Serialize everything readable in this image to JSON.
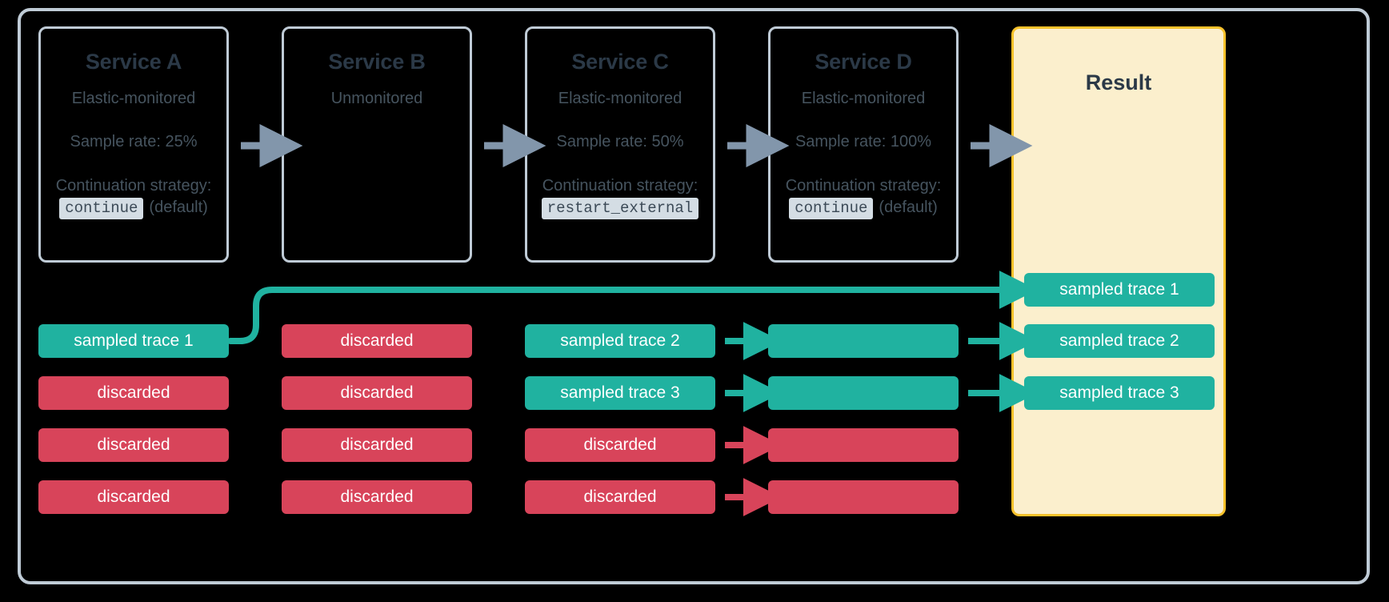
{
  "colors": {
    "background": "#000000",
    "frame_border": "#bfcbd6",
    "card_border": "#bfcbd6",
    "title_text": "#2b3947",
    "body_text": "#46545f",
    "code_chip_bg": "#d4dde4",
    "result_bg": "#fbefcd",
    "result_border": "#f8c22b",
    "sampled": "#20b2a0",
    "discarded": "#d8445a",
    "gray_arrow": "#8296ab"
  },
  "services": [
    {
      "title": "Service A",
      "monitoring": "Elastic-monitored",
      "sample_rate": "Sample rate: 25%",
      "strategy_label": "Continuation strategy:",
      "strategy_value": "continue",
      "strategy_note": "(default)"
    },
    {
      "title": "Service B",
      "monitoring": "Unmonitored",
      "sample_rate": "",
      "strategy_label": "",
      "strategy_value": "",
      "strategy_note": ""
    },
    {
      "title": "Service C",
      "monitoring": "Elastic-monitored",
      "sample_rate": "Sample rate: 50%",
      "strategy_label": "Continuation strategy:",
      "strategy_value": "restart_external",
      "strategy_note": ""
    },
    {
      "title": "Service D",
      "monitoring": "Elastic-monitored",
      "sample_rate": "Sample rate: 100%",
      "strategy_label": "Continuation strategy:",
      "strategy_value": "continue",
      "strategy_note": "(default)"
    }
  ],
  "result": {
    "title": "Result",
    "traces": [
      {
        "label": "sampled trace 1",
        "state": "sampled"
      },
      {
        "label": "sampled trace 2",
        "state": "sampled"
      },
      {
        "label": "sampled trace 3",
        "state": "sampled"
      }
    ]
  },
  "columns": [
    {
      "service": "Service A",
      "traces": [
        {
          "label": "sampled trace 1",
          "state": "sampled"
        },
        {
          "label": "discarded",
          "state": "discarded"
        },
        {
          "label": "discarded",
          "state": "discarded"
        },
        {
          "label": "discarded",
          "state": "discarded"
        }
      ]
    },
    {
      "service": "Service B",
      "traces": [
        {
          "label": "discarded",
          "state": "discarded"
        },
        {
          "label": "discarded",
          "state": "discarded"
        },
        {
          "label": "discarded",
          "state": "discarded"
        },
        {
          "label": "discarded",
          "state": "discarded"
        }
      ]
    },
    {
      "service": "Service C",
      "traces": [
        {
          "label": "sampled trace 2",
          "state": "sampled"
        },
        {
          "label": "sampled trace 3",
          "state": "sampled"
        },
        {
          "label": "discarded",
          "state": "discarded"
        },
        {
          "label": "discarded",
          "state": "discarded"
        }
      ]
    },
    {
      "service": "Service D",
      "traces": [
        {
          "label": "",
          "state": "sampled"
        },
        {
          "label": "",
          "state": "sampled"
        },
        {
          "label": "",
          "state": "discarded"
        },
        {
          "label": "",
          "state": "discarded"
        }
      ]
    }
  ]
}
